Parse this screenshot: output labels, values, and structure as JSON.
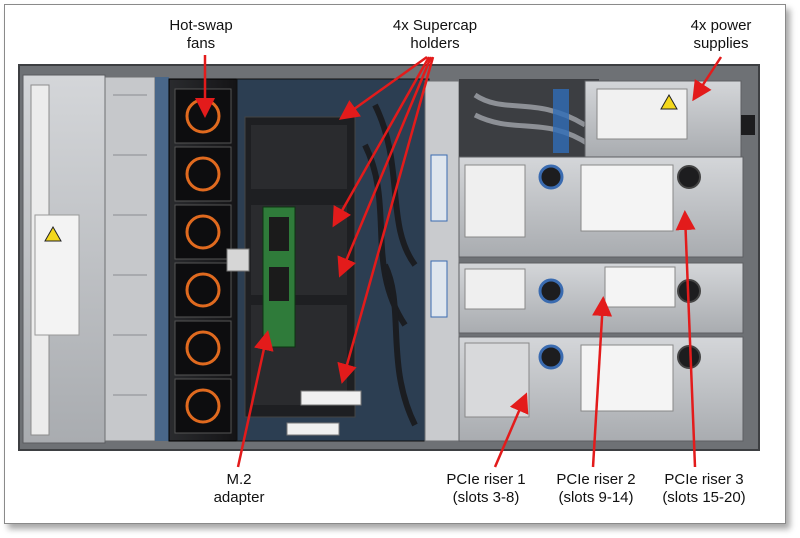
{
  "labels": {
    "fans": {
      "line1": "Hot-swap",
      "line2": "fans"
    },
    "supercap": {
      "line1": "4x Supercap",
      "line2": "holders"
    },
    "power": {
      "line1": "4x power",
      "line2": "supplies"
    },
    "m2": {
      "line1": "M.2",
      "line2": "adapter"
    },
    "riser1": {
      "line1": "PCIe riser 1",
      "line2": "(slots 3-8)"
    },
    "riser2": {
      "line1": "PCIe riser 2",
      "line2": "(slots 9-14)"
    },
    "riser3": {
      "line1": "PCIe riser 3",
      "line2": "(slots 15-20)"
    }
  },
  "colors": {
    "arrow": "#e31b1b",
    "chassis": "#b9bcc0",
    "dark": "#1c1c1e"
  }
}
